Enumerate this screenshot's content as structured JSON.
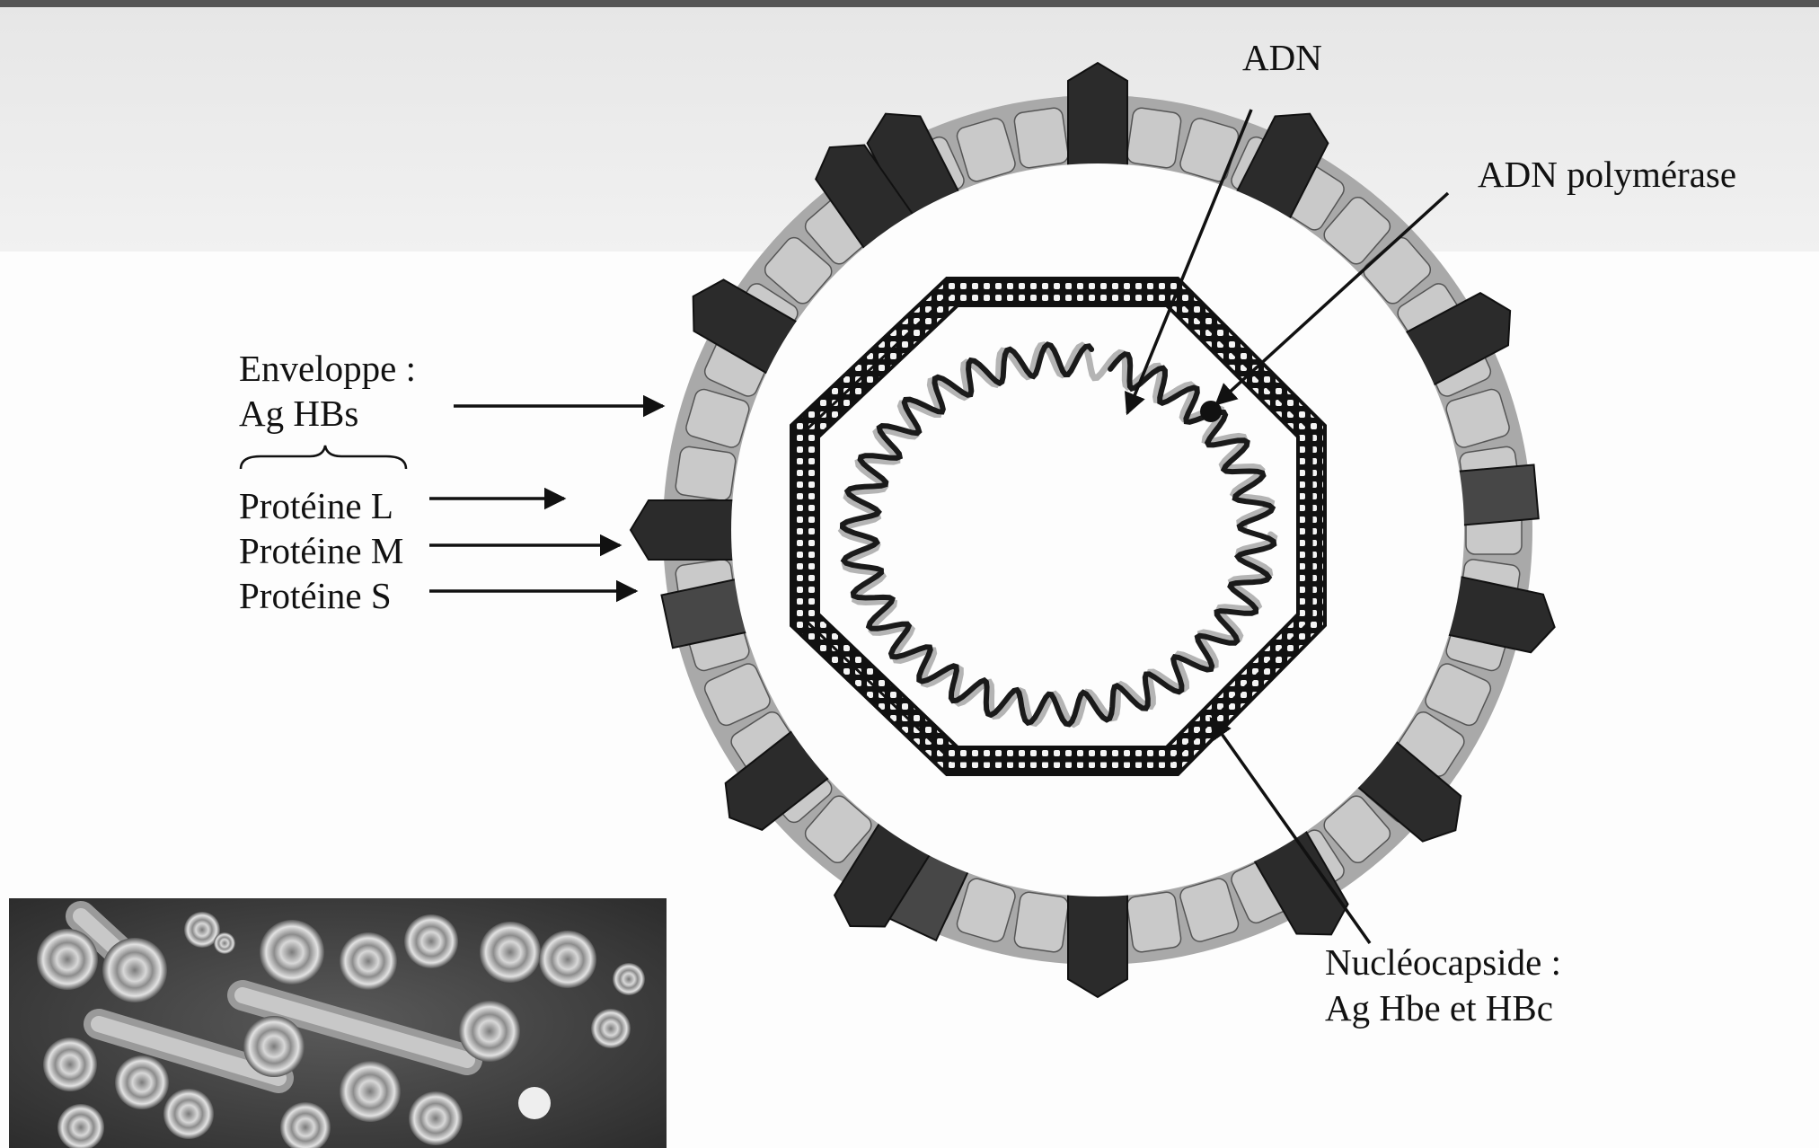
{
  "labels": {
    "adn": "ADN",
    "adn_polymerase": "ADN polymérase",
    "enveloppe_line1": "Enveloppe :",
    "enveloppe_line2": "Ag HBs",
    "proteine_l": "Protéine L",
    "proteine_m": "Protéine M",
    "proteine_s": "Protéine S",
    "nucleocapside_line1": "Nucléocapside :",
    "nucleocapside_line2": "Ag Hbe et HBc"
  },
  "colors": {
    "background": "#fdfdfd",
    "top_band": "#ececec",
    "envelope_gray": "#a9a9a9",
    "cylinder_light": "#c9c9c9",
    "protein_dark": "#2b2b2b",
    "protein_medium": "#474747",
    "capsid_black": "#111111",
    "dna_dark": "#1a1a1a",
    "dna_light": "#b4b4b4"
  },
  "micrograph": {
    "subject": "electron-micrograph-hbv-particles"
  }
}
